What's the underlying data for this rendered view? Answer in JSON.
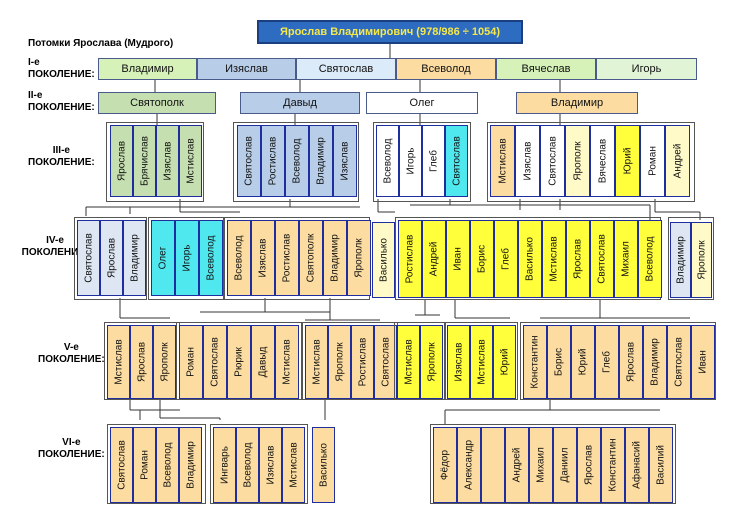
{
  "title": "Ярослав Владимирович (978/986 ÷ 1054)",
  "subtitle": "Потомки Ярослава (Мудрого)",
  "generations": {
    "g1": [
      "I-е",
      "ПОКОЛЕНИЕ:"
    ],
    "g2": [
      "II-е",
      "ПОКОЛЕНИЕ:"
    ],
    "g3": [
      "III-е",
      "ПОКОЛЕНИЕ:"
    ],
    "g4": [
      "IV-е",
      "ПОКОЛЕНИЕ:"
    ],
    "g5": [
      "V-е",
      "ПОКОЛЕНИЕ:"
    ],
    "g6": [
      "VI-е",
      "ПОКОЛЕНИЕ:"
    ]
  },
  "gen1": [
    "Владимир",
    "Изяслав",
    "Святослав",
    "Всеволод",
    "Вячеслав",
    "Игорь"
  ],
  "gen2": [
    "Святополк",
    "Давыд",
    "Олег",
    "Владимир"
  ],
  "gen3": {
    "svyatopolk": [
      "Ярослав",
      "Брячислав",
      "Изяслав",
      "Мстислав"
    ],
    "davyd": [
      "Святослав",
      "Ростислав",
      "Всеволод",
      "Владимир",
      "Изяслав"
    ],
    "oleg": [
      "Всеволод",
      "Игорь",
      "Глеб",
      "Святослав"
    ],
    "vladimir": [
      "Мстислав",
      "Изяслав",
      "Святослав",
      "Ярополк",
      "Вячеслав",
      "Юрий",
      "Роман",
      "Андрей"
    ]
  },
  "gen4": {
    "g_a": [
      "Святослав",
      "Ярослав",
      "Владимир"
    ],
    "g_b": [
      "Олег",
      "Игорь",
      "Всеволод"
    ],
    "g_c": [
      "Всеволод",
      "Изяслав",
      "Ростислав",
      "Святополк",
      "Владимир",
      "Ярополк"
    ],
    "g_d": [
      "Василько"
    ],
    "g_e": [
      "Ростислав",
      "Андрей",
      "Иван",
      "Борис",
      "Глеб",
      "Василько",
      "Мстислав",
      "Ярослав",
      "Святослав",
      "Михаил",
      "Всеволод"
    ],
    "g_f": [
      "Владимир",
      "Ярополк"
    ]
  },
  "gen5": {
    "g_a": [
      "Мстислав",
      "Ярослав",
      "Ярополк"
    ],
    "g_b": [
      "Роман",
      "Святослав",
      "Рюрик",
      "Давыд",
      "Мстислав"
    ],
    "g_c": [
      "Мстислав",
      "Ярополк",
      "Ростислав",
      "Святослав"
    ],
    "g_d": [
      "Мстислав",
      "Ярополк"
    ],
    "g_e": [
      "Изяслав",
      "Мстислав",
      "Юрий"
    ],
    "g_f": [
      "Константин",
      "Борис",
      "Юрий",
      "Глеб",
      "Ярослав",
      "Владимир",
      "Святослав",
      "Иван"
    ]
  },
  "gen6": {
    "g_a": [
      "Святослав",
      "Роман",
      "Всеволод",
      "Владимир"
    ],
    "g_b": [
      "Ингварь",
      "Всеволод",
      "Изяслав",
      "Мстислав"
    ],
    "g_c": [
      "Василько"
    ],
    "g_d": [
      "Фёдор",
      "Александр",
      "",
      "Андрей",
      "Михаил",
      "Даниил",
      "Ярослав",
      "Константин",
      "Афанасий",
      "Василий"
    ]
  },
  "colors": {
    "title_bg": "#2e6cc2",
    "title_text": "#f5e84a",
    "green": "#c5dfb0",
    "blue": "#b8cde8",
    "white": "#ffffff",
    "orange": "#fcdca0",
    "light_green": "#d6f2b8",
    "light_blue": "#dcebf9",
    "light_gray_blue": "#dde6f2",
    "cyan": "#4fe8ee",
    "yellow": "#ffff3c",
    "light_yellow": "#fffac8",
    "vb_orange": "#fcdca2"
  }
}
